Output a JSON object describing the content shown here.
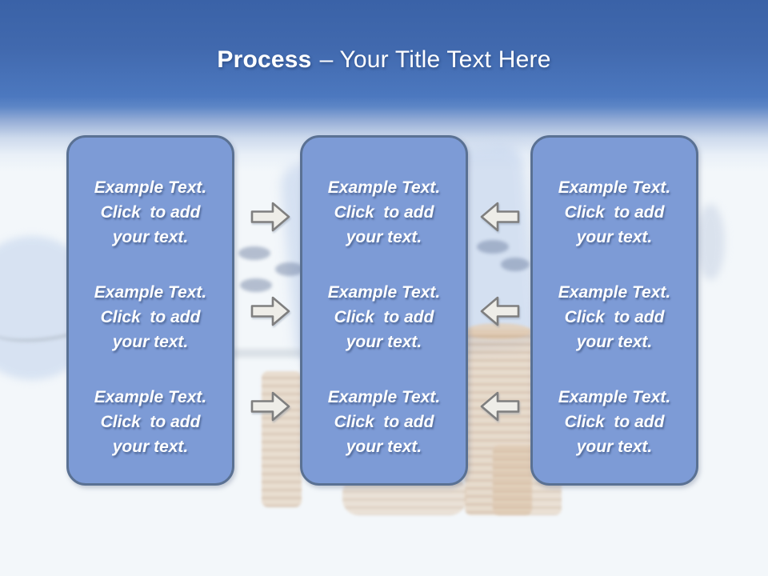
{
  "title": {
    "emphasis": "Process",
    "rest": "– Your Title Text Here"
  },
  "columns": [
    {
      "name": "column-1",
      "blocks": [
        {
          "lines": [
            "Example Text.",
            "Click  to add",
            "your text."
          ]
        },
        {
          "lines": [
            "Example Text.",
            "Click  to add",
            "your text."
          ]
        },
        {
          "lines": [
            "Example Text.",
            "Click  to add",
            "your text."
          ]
        }
      ]
    },
    {
      "name": "column-2",
      "blocks": [
        {
          "lines": [
            "Example Text.",
            "Click  to add",
            "your text."
          ]
        },
        {
          "lines": [
            "Example Text.",
            "Click  to add",
            "your text."
          ]
        },
        {
          "lines": [
            "Example Text.",
            "Click  to add",
            "your text."
          ]
        }
      ]
    },
    {
      "name": "column-3",
      "blocks": [
        {
          "lines": [
            "Example Text.",
            "Click  to add",
            "your text."
          ]
        },
        {
          "lines": [
            "Example Text.",
            "Click  to add",
            "your text."
          ]
        },
        {
          "lines": [
            "Example Text.",
            "Click  to add",
            "your text."
          ]
        }
      ]
    }
  ],
  "connectors": {
    "between_column_1_and_2": {
      "direction": "right",
      "count": 3
    },
    "between_column_2_and_3": {
      "direction": "left",
      "count": 3
    }
  },
  "colors": {
    "header_gradient_top": "#3a62a7",
    "header_gradient_mid": "#4c78bf",
    "canvas_background": "#f3f7fa",
    "box_fill": "#7d9bd6",
    "box_border": "#5a7193",
    "arrow_fill": "#eeede8",
    "arrow_border": "#7f7f7f",
    "title_text": "#ffffff",
    "box_text": "#ffffff"
  }
}
